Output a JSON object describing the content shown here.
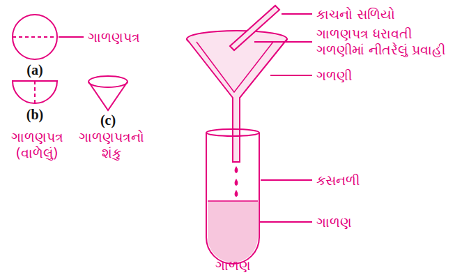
{
  "diagram": {
    "labels": [
      "કાચનો સળિયો",
      "ગાળણપત્ર ધરાવતી ગળણીમાં નીતરેલું પ્રવાહી",
      "ગળણી",
      "કસનળી",
      "ગાળણ",
      "ગાળણ",
      "ગાળણપત્ર",
      "(a)",
      "(b)",
      "ગાળણપત્ર (વાળેલું)",
      "(c)",
      "ગાળણપત્રનો શંકુ"
    ]
  }
}
